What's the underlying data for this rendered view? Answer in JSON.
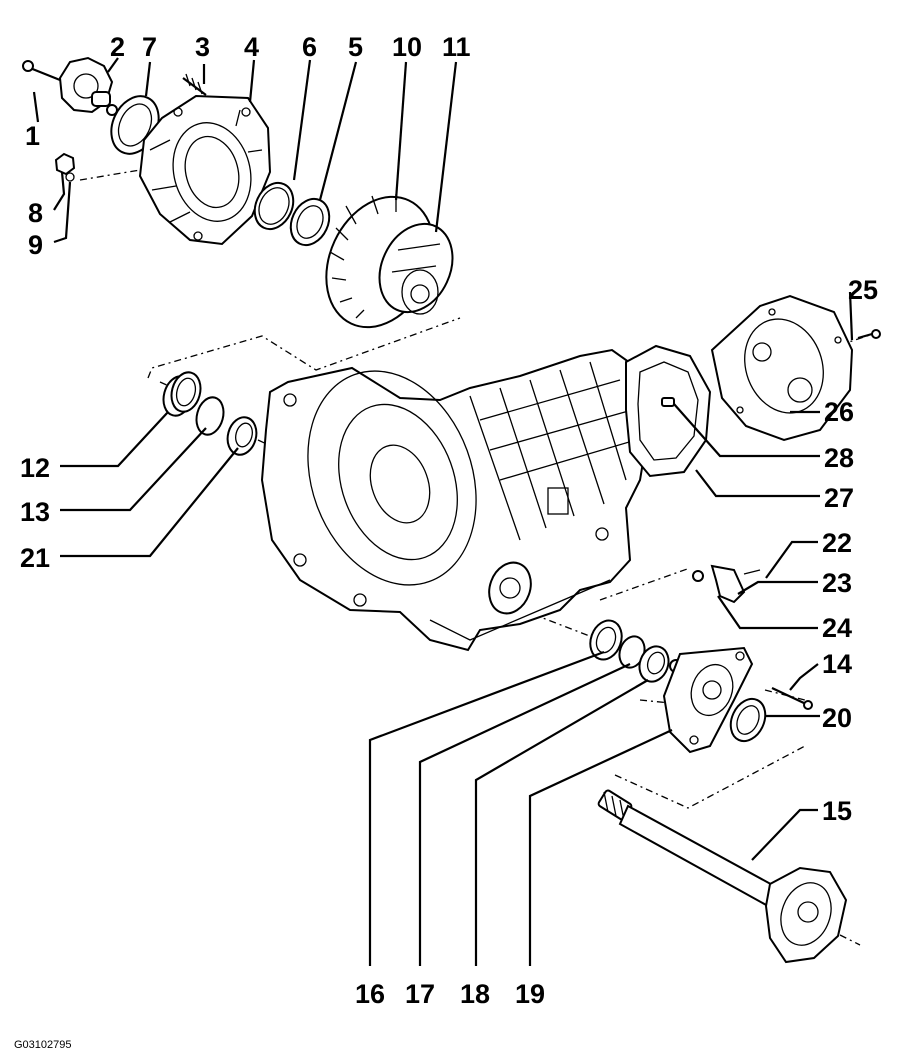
{
  "diagram": {
    "reference_code": "G03102795",
    "callouts": [
      "1",
      "2",
      "3",
      "4",
      "5",
      "6",
      "7",
      "8",
      "9",
      "10",
      "11",
      "12",
      "13",
      "14",
      "15",
      "16",
      "17",
      "18",
      "19",
      "20",
      "21",
      "22",
      "23",
      "24",
      "25",
      "26",
      "27",
      "28"
    ]
  }
}
